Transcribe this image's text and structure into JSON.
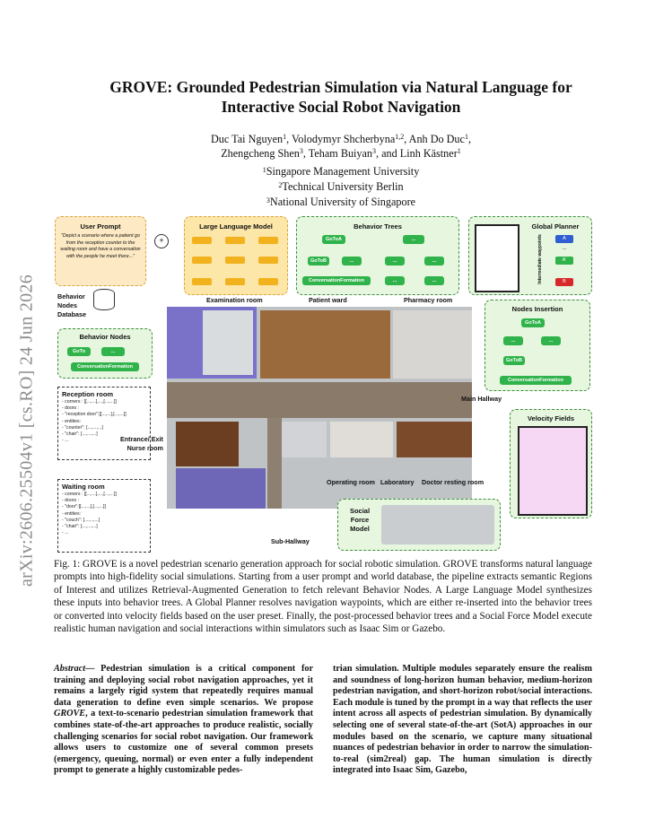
{
  "side_stamp": "arXiv:2606.25504v1  [cs.RO]  24 Jun 2026",
  "title_line1": "GROVE: Grounded Pedestrian Simulation via Natural Language for",
  "title_line2": "Interactive Social Robot Navigation",
  "authors": {
    "a1": "Duc Tai Nguyen",
    "a1_sup": "1",
    "a2": "Volodymyr Shcherbyna",
    "a2_sup": "1,2",
    "a3": "Anh Do Duc",
    "a3_sup": "1",
    "a4": "Zhengcheng Shen",
    "a4_sup": "3",
    "a5": "Teham Buiyan",
    "a5_sup": "3",
    "a6": "Linh Kästner",
    "a6_sup": "1"
  },
  "affiliations": [
    {
      "sup": "1",
      "name": "Singapore Management University"
    },
    {
      "sup": "2",
      "name": "Technical University Berlin"
    },
    {
      "sup": "3",
      "name": "National University of Singapore"
    }
  ],
  "figure": {
    "user_prompt": {
      "title": "User Prompt",
      "text": "\"Depict a scenario where a patient go from the reception counter to the waiting room and have a conversation with the people he meet there...\""
    },
    "llm_title": "Large Language Model",
    "behavior_trees_title": "Behavior Trees",
    "global_planner_title": "Global Planner",
    "intermediate_waypoints": "Intermediate waypoints",
    "waypoint_a": "A",
    "waypoint_a2": "A'",
    "waypoint_b": "B",
    "waypoint_dots": "...",
    "db_label_1": "Behavior",
    "db_label_2": "Nodes",
    "db_label_3": "Database",
    "behavior_nodes_title": "Behavior Nodes",
    "node_goto": "GoTo",
    "node_dots": "...",
    "node_conv": "ConversationFormation",
    "node_gotoa": "GoToA",
    "node_gotob": "GoToB",
    "nodes_insertion_title": "Nodes Insertion",
    "velocity_fields_title": "Velocity Fields",
    "social_force_title": "Social\nForce\nModel",
    "plus": "+",
    "rooms": {
      "examination": "Examination room",
      "patient_ward": "Patient ward",
      "pharmacy": "Pharmacy room",
      "main_hallway": "Main Hallway",
      "entrance": "Entrance/ Exit",
      "nurse": "Nurse room",
      "operating": "Operating room",
      "laboratory": "Laboratory",
      "doctor_resting": "Doctor resting room",
      "sub_hallway": "Sub-Hallway"
    },
    "reception_box": {
      "title": "Reception room",
      "lines": [
        "- corners : [[...,...],...,[...,...]]",
        "- doors :",
        "   - \"reception door\":[[...,...],[...,...]]",
        "- entities:",
        "   - \"counter\": [...,...,...]",
        "   - \"chair\": [...,...,...]",
        "   - ..."
      ]
    },
    "waiting_box": {
      "title": "Waiting room",
      "lines": [
        "- corners : [[...,...],...,[...,...]]",
        "- doors :",
        "   - \"door\":[[...,...],[...,...]]",
        "- entities:",
        "   - \"couch\": [...,...,...]",
        "   - \"chair\": [...,...,...]",
        "   - ..."
      ]
    }
  },
  "caption": "Fig. 1: GROVE is a novel pedestrian scenario generation approach for social robotic simulation. GROVE transforms natural language prompts into high-fidelity social simulations. Starting from a user prompt and world database, the pipeline extracts semantic Regions of Interest and utilizes Retrieval-Augmented Generation to fetch relevant Behavior Nodes. A Large Language Model synthesizes these inputs into behavior trees. A Global Planner resolves navigation waypoints, which are either re-inserted into the behavior trees or converted into velocity fields based on the user preset. Finally, the post-processed behavior trees and a Social Force Model execute realistic human navigation and social interactions within simulators such as Isaac Sim or Gazebo.",
  "abstract": {
    "label": "Abstract",
    "dash": "— ",
    "part1": "Pedestrian simulation is a critical component for training and deploying social robot navigation approaches, yet it remains a largely rigid system that repeatedly requires manual data generation to define even simple scenarios. We propose ",
    "grove": "GROVE",
    "part2": ", a text-to-scenario pedestrian simulation framework that combines state-of-the-art approaches to produce realistic, socially challenging scenarios for social robot navigation. Our framework allows users to customize one of several common presets (emergency, queuing, normal) or even enter a fully independent prompt to generate a highly customizable pedes-",
    "col2": "trian simulation. Multiple modules separately ensure the realism and soundness of long-horizon human behavior, medium-horizon pedestrian navigation, and short-horizon robot/social interactions. Each module is tuned by the prompt in a way that reflects the user intent across all aspects of pedestrian simulation. By dynamically selecting one of several state-of-the-art (SotA) approaches in our modules based on the scenario, we capture many situational nuances of pedestrian behavior in order to narrow the simulation-to-real (sim2real) gap. The human simulation is directly integrated into Isaac Sim, Gazebo,"
  }
}
